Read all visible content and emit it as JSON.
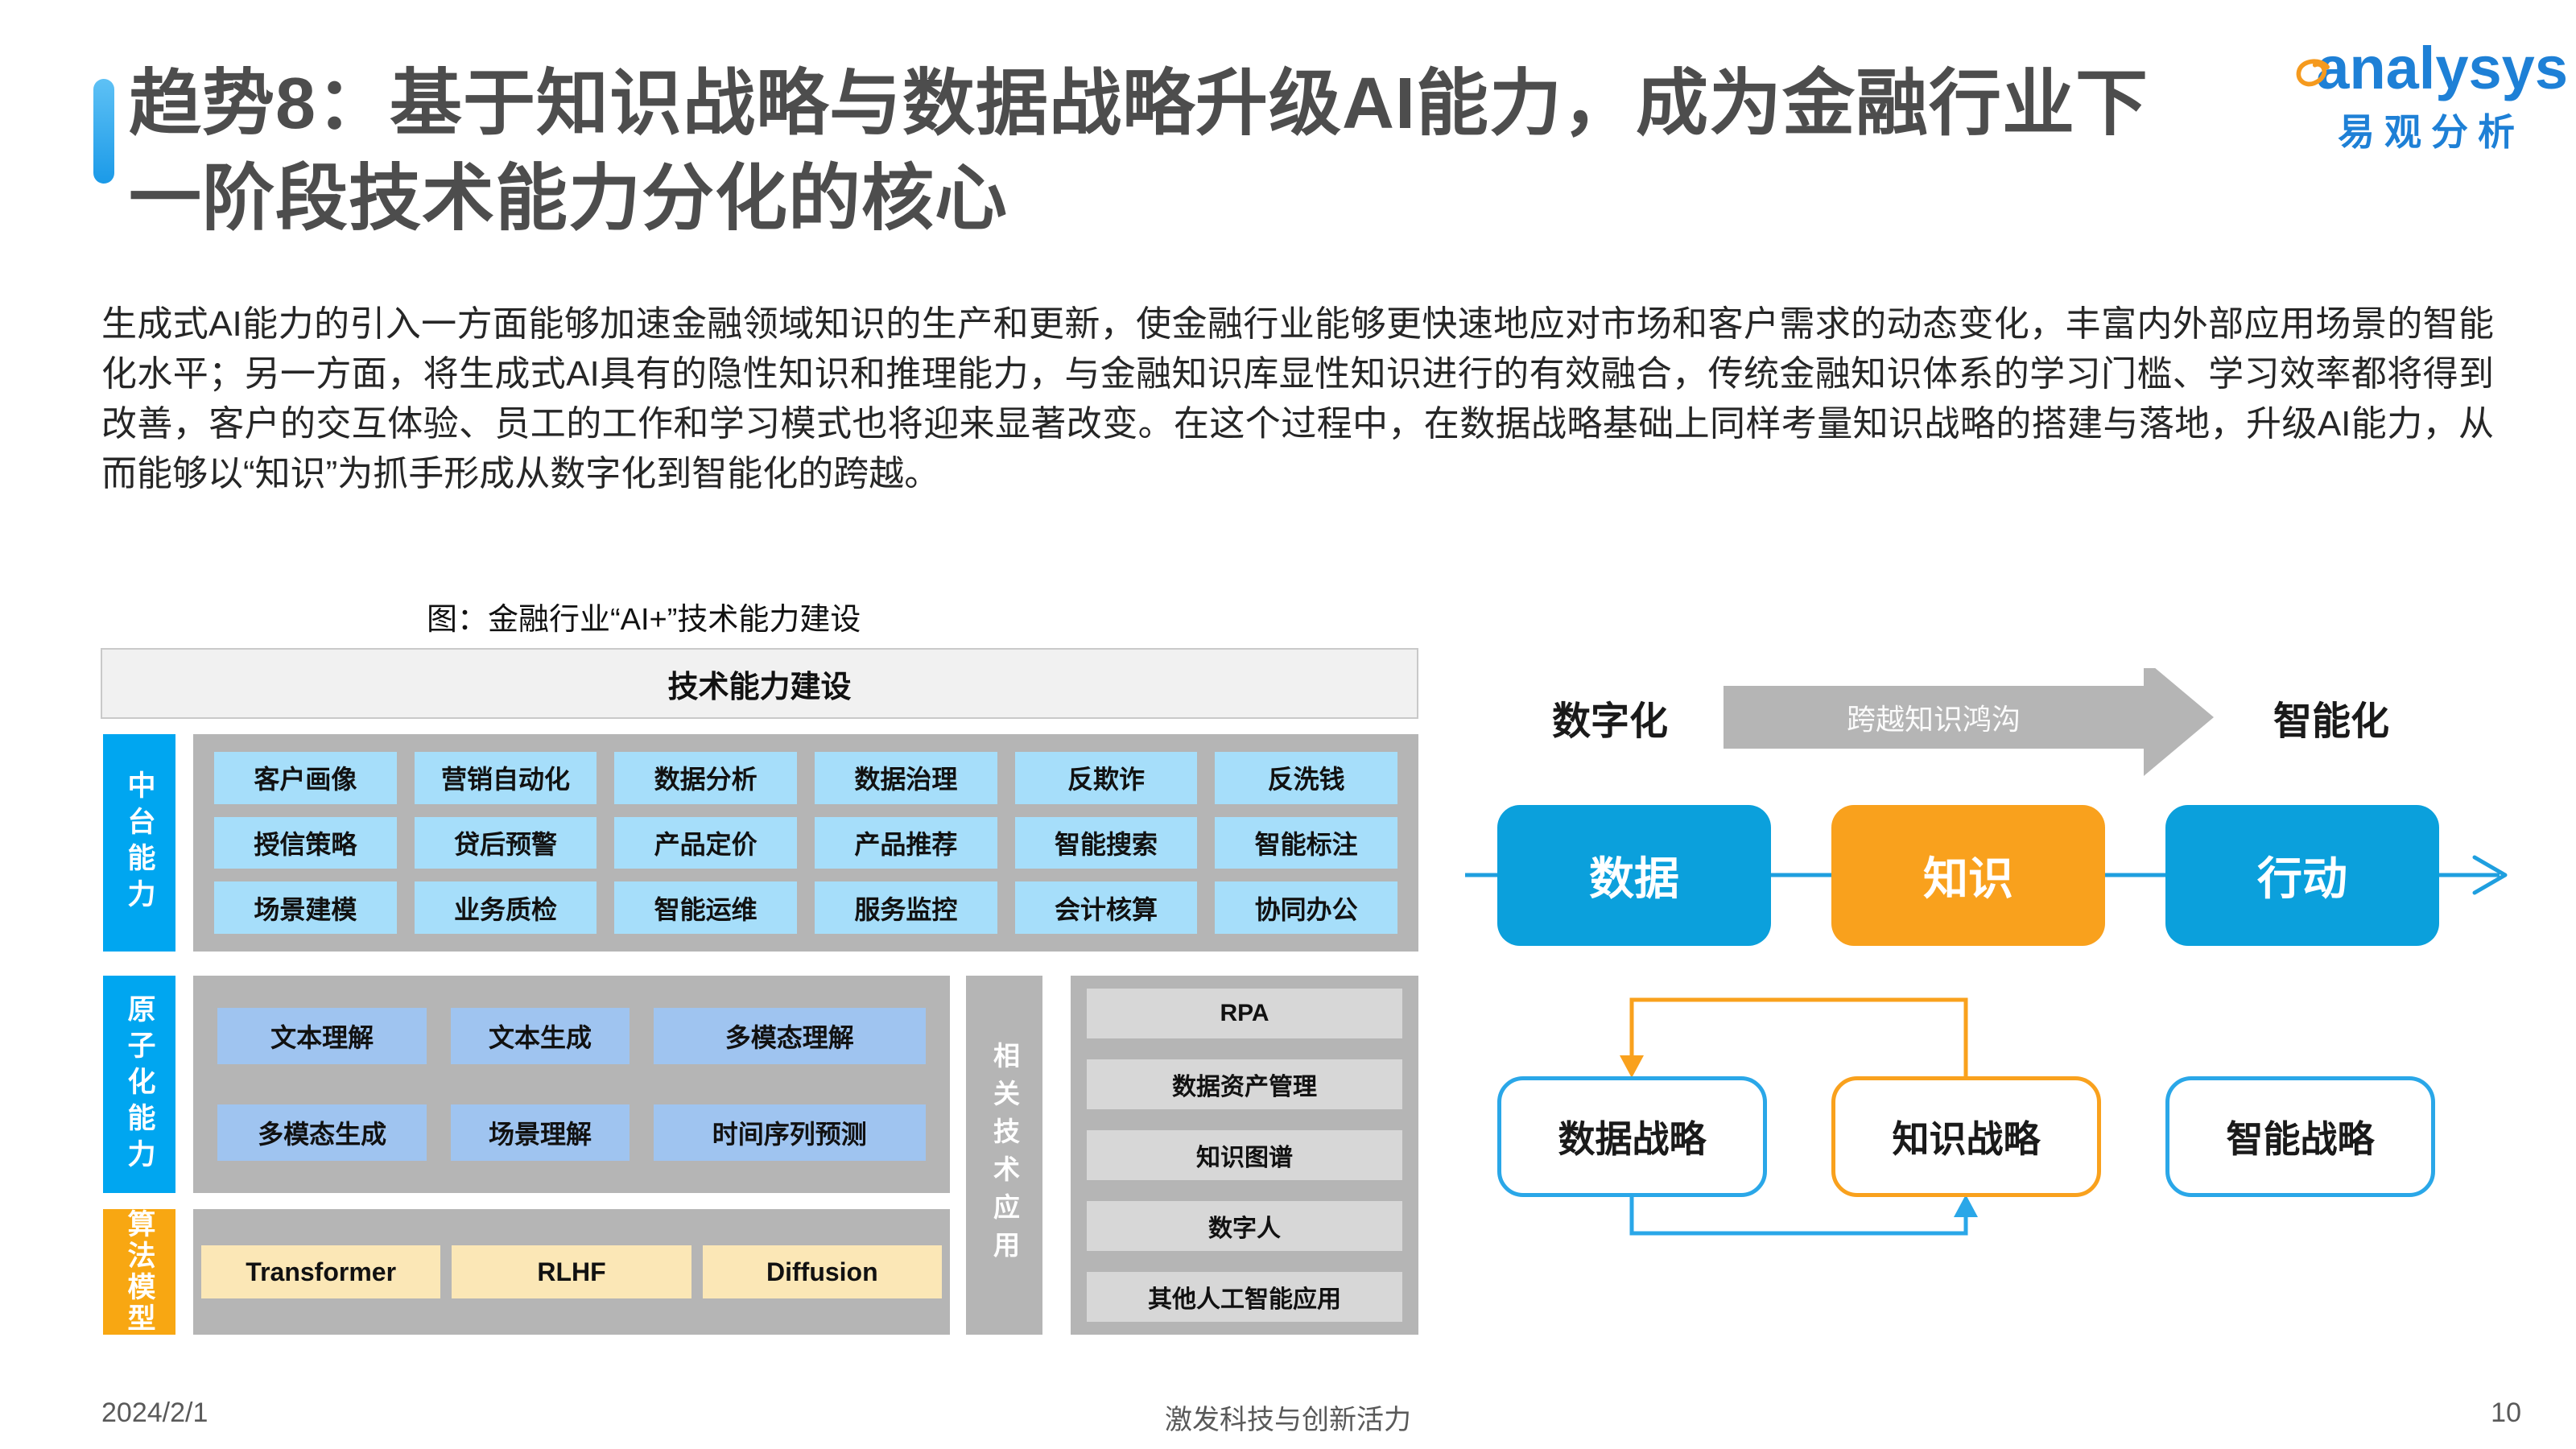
{
  "page": {
    "title_line1": "趋势8：基于知识战略与数据战略升级AI能力，成为金融行业下",
    "title_line2": "一阶段技术能力分化的核心",
    "paragraph": "生成式AI能力的引入一方面能够加速金融领域知识的生产和更新，使金融行业能够更快速地应对市场和客户需求的动态变化，丰富内外部应用场景的智能化水平；另一方面，将生成式AI具有的隐性知识和推理能力，与金融知识库显性知识进行的有效融合，传统金融知识体系的学习门槛、学习效率都将得到改善，客户的交互体验、员工的工作和学习模式也将迎来显著改变。在这个过程中，在数据战略基础上同样考量知识战略的搭建与落地，升级AI能力，从而能够以“知识”为抓手形成从数字化到智能化的跨越。"
  },
  "logo": {
    "name": "analysys",
    "subname": "易观分析"
  },
  "figure": {
    "caption": "图：金融行业“AI+”技术能力建设",
    "header": "技术能力建设",
    "rows": {
      "mid": {
        "label": "中台能力",
        "cells": [
          "客户画像",
          "营销自动化",
          "数据分析",
          "数据治理",
          "反欺诈",
          "反洗钱",
          "授信策略",
          "贷后预警",
          "产品定价",
          "产品推荐",
          "智能搜索",
          "智能标注",
          "场景建模",
          "业务质检",
          "智能运维",
          "服务监控",
          "会计核算",
          "协同办公"
        ]
      },
      "atomic": {
        "label": "原子化能力",
        "cells": [
          "文本理解",
          "文本生成",
          "多模态理解",
          "多模态生成",
          "场景理解",
          "时间序列预测"
        ]
      },
      "algo": {
        "label": "算法模型",
        "cells": [
          "Transformer",
          "RLHF",
          "Diffusion"
        ]
      },
      "related": {
        "label": "相关技术应用",
        "cells": [
          "RPA",
          "数据资产管理",
          "知识图谱",
          "数字人",
          "其他人工智能应用"
        ]
      }
    }
  },
  "flow": {
    "from_label": "数字化",
    "arrow_label": "跨越知识鸿沟",
    "to_label": "智能化",
    "stages": [
      {
        "label": "数据",
        "color": "#0ba0dc"
      },
      {
        "label": "知识",
        "color": "#f9a11d"
      },
      {
        "label": "行动",
        "color": "#0ba0dc"
      }
    ],
    "strategies": [
      {
        "label": "数据战略",
        "border": "#2aa7e8"
      },
      {
        "label": "知识战略",
        "border": "#f9a11d"
      },
      {
        "label": "智能战略",
        "border": "#2aa7e8"
      }
    ]
  },
  "footer": {
    "date": "2024/2/1",
    "slogan": "激发科技与创新活力",
    "page": "10"
  },
  "colors": {
    "accent_blue": "#00a6f0",
    "box_blue": "#0ba0dc",
    "accent_orange": "#f9a11d",
    "panel_gray": "#b5b5b5",
    "cell_sky": "#a6defa",
    "cell_periwinkle": "#9fc4f0",
    "cell_cream": "#fbe7b6",
    "cell_lightgray": "#d7d7d7",
    "logo_blue": "#1e80d6",
    "title_gray": "#4d4d4d"
  }
}
